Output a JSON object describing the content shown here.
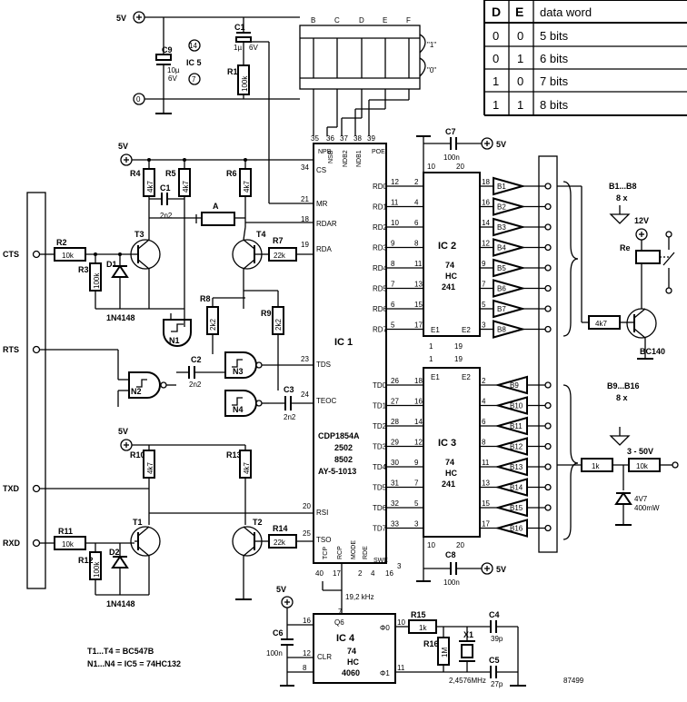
{
  "truth_table": {
    "headers": [
      "D",
      "E",
      "data word"
    ],
    "rows": [
      [
        "0",
        "0",
        "5 bits"
      ],
      [
        "0",
        "1",
        "6 bits"
      ],
      [
        "1",
        "0",
        "7 bits"
      ],
      [
        "1",
        "1",
        "8 bits"
      ]
    ]
  },
  "power": {
    "v5": "5V",
    "v12": "12V",
    "zero": "0"
  },
  "left_connector": [
    "CTS",
    "RTS",
    "TXD",
    "RXD"
  ],
  "ic1": {
    "name": "IC 1",
    "parts": [
      "CDP1854A",
      "2502",
      "8502",
      "AY-5-1013"
    ],
    "left_pins": [
      {
        "num": "34",
        "name": "CS"
      },
      {
        "num": "21",
        "name": "MR"
      },
      {
        "num": "18",
        "name": "RDAR"
      },
      {
        "num": "19",
        "name": "RDA"
      },
      {
        "num": "23",
        "name": "TDS"
      },
      {
        "num": "24",
        "name": "TEOC"
      },
      {
        "num": "20",
        "name": "RSI"
      },
      {
        "num": "25",
        "name": "TSO"
      }
    ],
    "top_pins": [
      {
        "num": "35",
        "name": "NPB"
      },
      {
        "num": "36",
        "name": "NSB"
      },
      {
        "num": "37",
        "name": "NDB2"
      },
      {
        "num": "38",
        "name": "NDB1"
      },
      {
        "num": "39",
        "name": "POE"
      }
    ],
    "rd_pins": [
      {
        "name": "RD0",
        "num": "12"
      },
      {
        "name": "RD1",
        "num": "11"
      },
      {
        "name": "RD2",
        "num": "10"
      },
      {
        "name": "RD3",
        "num": "9"
      },
      {
        "name": "RD4",
        "num": "8"
      },
      {
        "name": "RD5",
        "num": "7"
      },
      {
        "name": "RD6",
        "num": "6"
      },
      {
        "name": "RD7",
        "num": "5"
      }
    ],
    "td_pins": [
      {
        "name": "TD0",
        "num": "26"
      },
      {
        "name": "TD1",
        "num": "27"
      },
      {
        "name": "TD2",
        "num": "28"
      },
      {
        "name": "TD3",
        "num": "29"
      },
      {
        "name": "TD4",
        "num": "30"
      },
      {
        "name": "TD5",
        "num": "31"
      },
      {
        "name": "TD6",
        "num": "32"
      },
      {
        "name": "TD7",
        "num": "33"
      }
    ],
    "bottom_pins": [
      {
        "num": "40",
        "name": "TCP"
      },
      {
        "num": "17",
        "name": "RCP"
      },
      {
        "num": "2",
        "name": "MODE"
      },
      {
        "num": "4",
        "name": "RDE"
      },
      {
        "num": "16",
        "name": "SWE"
      },
      {
        "num": "3",
        "name": ""
      }
    ]
  },
  "ic2": {
    "name": "IC 2",
    "line1": "74",
    "line2": "HC",
    "line3": "241",
    "in_pins": [
      "2",
      "4",
      "6",
      "8",
      "11",
      "13",
      "15",
      "17"
    ],
    "out_pins": [
      "18",
      "16",
      "14",
      "12",
      "9",
      "7",
      "5",
      "3"
    ],
    "vcc": "20",
    "gnd": "10",
    "e1": "E1",
    "e2": "E2",
    "e_pins": [
      "1",
      "19"
    ]
  },
  "ic3": {
    "name": "IC 3",
    "line1": "74",
    "line2": "HC",
    "line3": "241",
    "in_pins": [
      "18",
      "16",
      "14",
      "12",
      "9",
      "7",
      "5",
      "3"
    ],
    "out_pins": [
      "2",
      "4",
      "6",
      "8",
      "11",
      "13",
      "15",
      "17"
    ],
    "vcc": "20",
    "gnd": "10",
    "e1": "E1",
    "e2": "E2",
    "e_pins": [
      "1",
      "19"
    ]
  },
  "buffers_rx": [
    "B1",
    "B2",
    "B3",
    "B4",
    "B5",
    "B6",
    "B7",
    "B8"
  ],
  "buffers_tx": [
    "B9",
    "B10",
    "B11",
    "B12",
    "B13",
    "B14",
    "B15",
    "B16"
  ],
  "ic4": {
    "name": "IC 4",
    "line1": "74",
    "line2": "HC",
    "line3": "4060",
    "pins": {
      "q6": "Q6",
      "clr": "CLR",
      "phi0": "Φ0",
      "phi1": "Φ1",
      "p16": "16",
      "p7": "7",
      "p12": "12",
      "p8": "8",
      "p10": "10",
      "p11": "11"
    },
    "freq": "19,2 kHz"
  },
  "ic5": {
    "name": "IC 5",
    "pins": [
      "14",
      "7"
    ]
  },
  "switch_labels": [
    "B",
    "C",
    "D",
    "E",
    "F"
  ],
  "switch_states": [
    "\"1\"",
    "\"0\""
  ],
  "gates": [
    "N1",
    "N2",
    "N3",
    "N4"
  ],
  "link_a": "A",
  "components": {
    "C9": {
      "name": "C9",
      "v1": "10µ",
      "v2": "6V"
    },
    "C1_top": {
      "name": "C1",
      "v1": "1µ",
      "v2": "6V"
    },
    "R1": {
      "name": "R1",
      "value": "100k"
    },
    "R4": {
      "name": "R4",
      "value": "4k7"
    },
    "R5": {
      "name": "R5",
      "value": "4k7"
    },
    "R6": {
      "name": "R6",
      "value": "4k7"
    },
    "C1": {
      "name": "C1",
      "value": "2n2"
    },
    "R2": {
      "name": "R2",
      "value": "10k"
    },
    "R3": {
      "name": "R3",
      "value": "100k"
    },
    "D1": {
      "name": "D1",
      "value": "1N4148"
    },
    "T3": {
      "name": "T3"
    },
    "T4": {
      "name": "T4"
    },
    "R7": {
      "name": "R7",
      "value": "22k"
    },
    "R8": {
      "name": "R8",
      "value": "2k2"
    },
    "R9": {
      "name": "R9",
      "value": "2k2"
    },
    "C2": {
      "name": "C2",
      "value": "2n2"
    },
    "C3": {
      "name": "C3",
      "value": "2n2"
    },
    "R10": {
      "name": "R10",
      "value": "4k7"
    },
    "R13": {
      "name": "R13",
      "value": "4k7"
    },
    "R11": {
      "name": "R11",
      "value": "10k"
    },
    "R12": {
      "name": "R12",
      "value": "100k"
    },
    "D2": {
      "name": "D2",
      "value": "1N4148"
    },
    "T1": {
      "name": "T1"
    },
    "T2": {
      "name": "T2"
    },
    "R14": {
      "name": "R14",
      "value": "22k"
    },
    "C7": {
      "name": "C7",
      "value": "100n"
    },
    "C8": {
      "name": "C8",
      "value": "100n"
    },
    "C6": {
      "name": "C6",
      "value": "100n"
    },
    "R15": {
      "name": "R15",
      "value": "1k"
    },
    "R16": {
      "name": "R16",
      "value": "1M"
    },
    "X1": {
      "name": "X1",
      "value": "2,4576MHz"
    },
    "C4": {
      "name": "C4",
      "value": "39p"
    },
    "C5": {
      "name": "C5",
      "value": "27p"
    },
    "Re": {
      "name": "Re"
    },
    "R_4k7": {
      "value": "4k7"
    },
    "BC140": {
      "name": "BC140"
    },
    "R_1k": {
      "value": "1k"
    },
    "R_10k": {
      "value": "10k"
    },
    "zener": {
      "v1": "4V7",
      "v2": "400mW"
    }
  },
  "side_labels": {
    "rx_group": "B1...B8",
    "rx_count": "8 x",
    "tx_group": "B9...B16",
    "tx_count": "8 x",
    "input_range": "3 - 50V"
  },
  "notes": [
    "T1...T4 = BC547B",
    "N1...N4 = IC5 = 74HC132"
  ],
  "figure_number": "87499"
}
